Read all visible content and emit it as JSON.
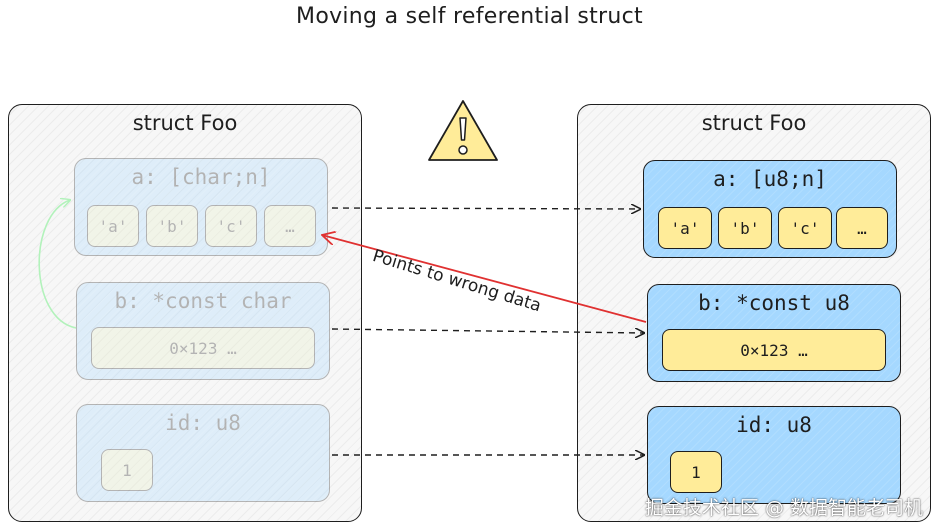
{
  "title": "Moving a self referential struct",
  "left_struct": {
    "label": "struct Foo",
    "field_a": {
      "label": "a: [char;n]",
      "cells": [
        "'a'",
        "'b'",
        "'c'",
        "…"
      ]
    },
    "field_b": {
      "label": "b: *const char",
      "value": "0×123 …"
    },
    "field_id": {
      "label": "id: u8",
      "value": "1"
    }
  },
  "right_struct": {
    "label": "struct Foo",
    "field_a": {
      "label": "a: [u8;n]",
      "cells": [
        "'a'",
        "'b'",
        "'c'",
        "…"
      ]
    },
    "field_b": {
      "label": "b: *const u8",
      "value": "0×123 …"
    },
    "field_id": {
      "label": "id: u8",
      "value": "1"
    }
  },
  "annotation": "Points to wrong data",
  "watermark": "掘金技术社区 @ 数据智能老司机",
  "colors": {
    "field_fill": "#a5d8ff",
    "cell_fill": "#ffec99",
    "wrong_pointer_arrow": "#e03131",
    "warning_fill": "#ffec99"
  },
  "icons": {
    "warning": "warning-triangle-icon"
  }
}
